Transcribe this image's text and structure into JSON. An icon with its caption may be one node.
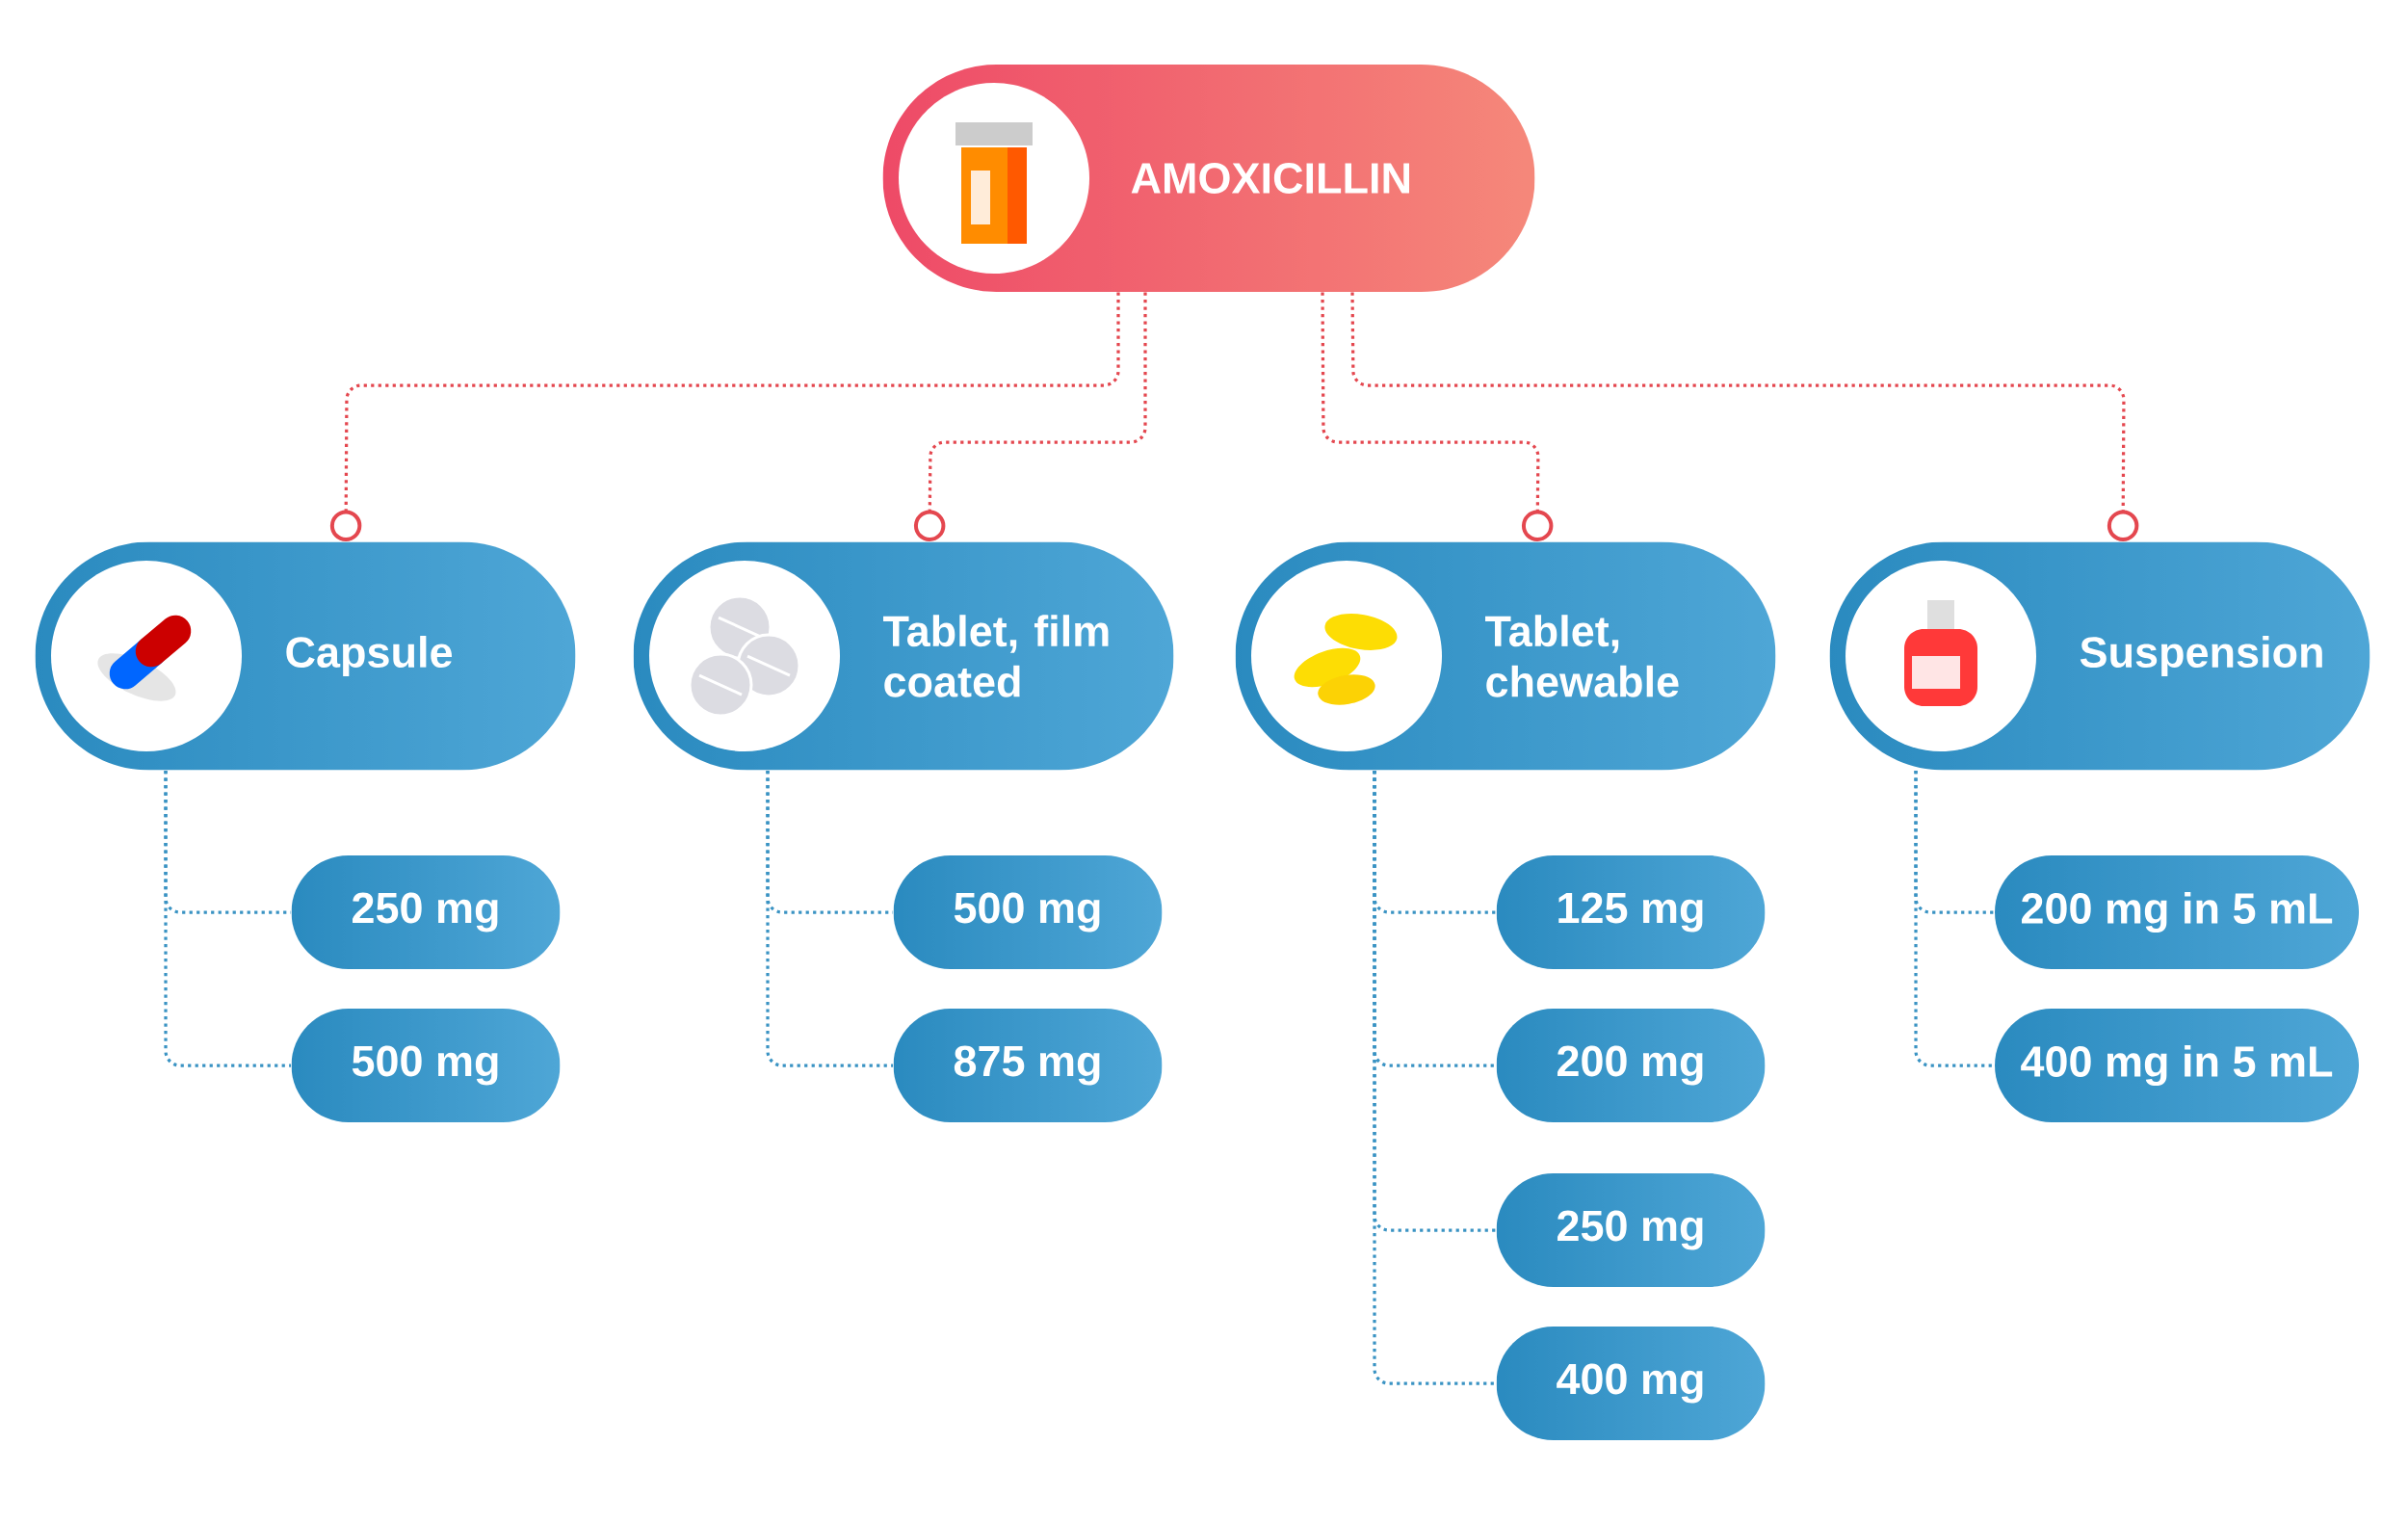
{
  "diagram": {
    "nodes": [
      {
        "text": [
          "AMOXICILLIN"
        ]
      },
      {
        "text": [
          "Capsule"
        ]
      },
      {
        "text": [
          "250 mg"
        ]
      },
      {
        "text": [
          "500 mg"
        ]
      },
      {
        "text": [
          "Tablet, film coated"
        ]
      },
      {
        "text": [
          "500 mg"
        ]
      },
      {
        "text": [
          "875 mg"
        ]
      },
      {
        "text": [
          "Tablet, chewable"
        ]
      },
      {
        "text": [
          "125 mg"
        ]
      },
      {
        "text": [
          "200 mg"
        ]
      },
      {
        "text": [
          "250 mg"
        ]
      },
      {
        "text": [
          "400 mg"
        ]
      },
      {
        "text": [
          "Suspension"
        ]
      },
      {
        "text": [
          "200 mg in 5 mL"
        ]
      },
      {
        "text": [
          "400 mg in 5 mL"
        ]
      }
    ],
    "edges": [
      {
        "from": 0,
        "to": 1,
        "arrow": "other",
        "color": "#e4474f"
      },
      {
        "from": 0,
        "to": 4,
        "arrow": "other",
        "color": "#e4474f"
      },
      {
        "from": 0,
        "to": 7,
        "arrow": "other",
        "color": "#e4474f"
      },
      {
        "from": 0,
        "to": 12,
        "arrow": "other",
        "color": "#e4474f"
      },
      {
        "from": 1,
        "to": 2,
        "arrow": "none"
      },
      {
        "from": 1,
        "to": 3,
        "arrow": "none"
      },
      {
        "from": 4,
        "to": 5,
        "arrow": "none"
      },
      {
        "from": 4,
        "to": 6,
        "arrow": "none"
      },
      {
        "from": 7,
        "to": 8,
        "arrow": "none"
      },
      {
        "from": 7,
        "to": 9,
        "arrow": "none"
      },
      {
        "from": 7,
        "to": 10,
        "arrow": "none"
      },
      {
        "from": 7,
        "to": 11,
        "arrow": "none"
      },
      {
        "from": 12,
        "to": 13,
        "arrow": "none"
      },
      {
        "from": 12,
        "to": 14,
        "arrow": "none"
      }
    ]
  }
}
